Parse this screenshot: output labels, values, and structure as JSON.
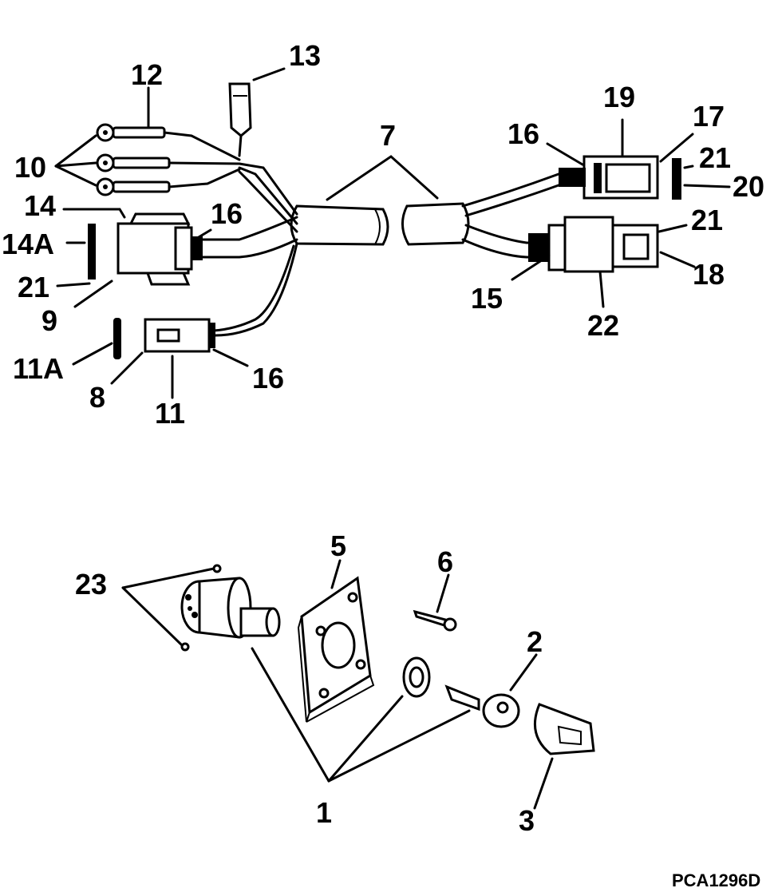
{
  "diagram": {
    "drawing_code": "PCA1296D",
    "upper_callouts": {
      "c7": "7",
      "c8": "8",
      "c9": "9",
      "c10": "10",
      "c11": "11",
      "c11A": "11A",
      "c12": "12",
      "c13": "13",
      "c14": "14",
      "c14A": "14A",
      "c15": "15",
      "c16a": "16",
      "c16b": "16",
      "c16c": "16",
      "c17": "17",
      "c18": "18",
      "c19": "19",
      "c20": "20",
      "c21a": "21",
      "c21b": "21",
      "c21c": "21",
      "c22": "22"
    },
    "lower_callouts": {
      "c1": "1",
      "c2": "2",
      "c3": "3",
      "c5": "5",
      "c6": "6",
      "c23": "23"
    }
  }
}
